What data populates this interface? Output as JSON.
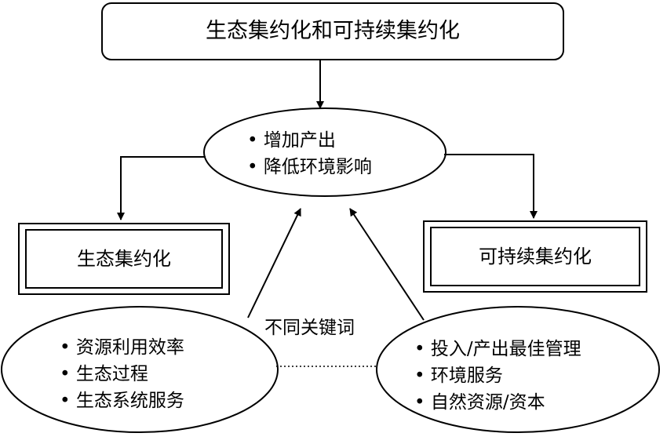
{
  "title": "生态集约化和可持续集约化",
  "center_ellipse": {
    "lines": [
      "• 增加产出",
      "• 降低环境影响"
    ]
  },
  "left_box": {
    "label": "生态集约化"
  },
  "right_box": {
    "label": "可持续集约化"
  },
  "keyword_label": "不同关键词",
  "left_ellipse": {
    "lines": [
      "• 资源利用效率",
      "• 生态过程",
      "• 生态系统服务"
    ]
  },
  "right_ellipse": {
    "lines": [
      "• 投入/产出最佳管理",
      "• 环境服务",
      "• 自然资源/资本"
    ]
  },
  "colors": {
    "stroke": "#000000",
    "background": "#ffffff"
  }
}
